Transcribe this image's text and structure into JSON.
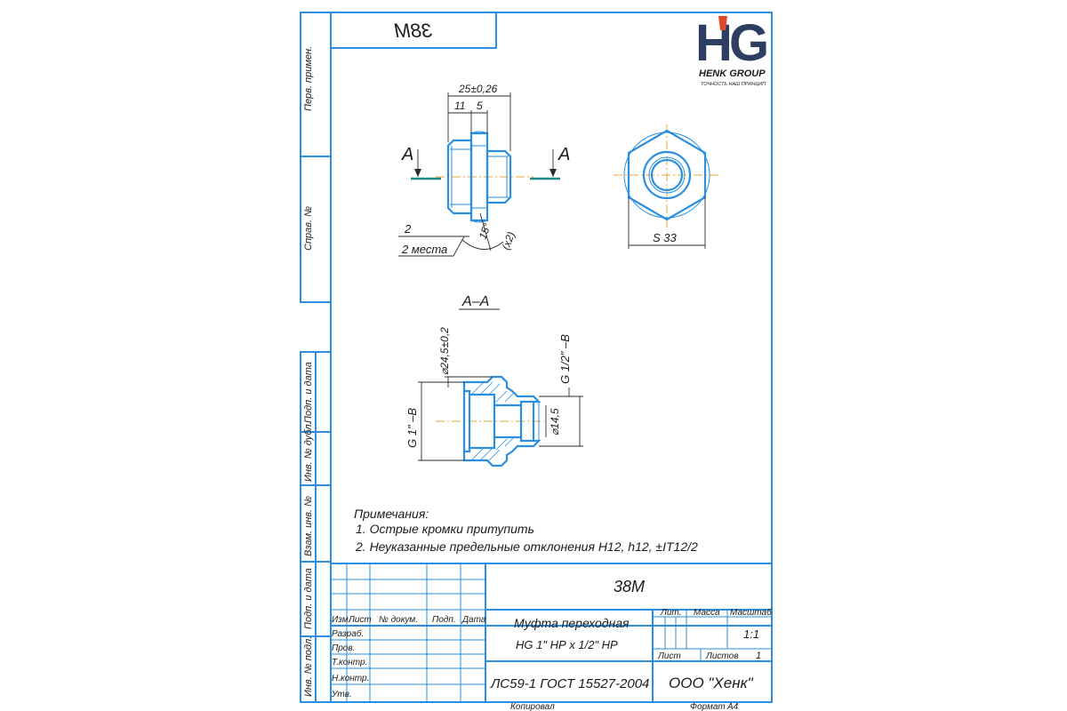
{
  "corner_code": "38M",
  "logo": {
    "h": "H",
    "g": "G",
    "company": "HENK GROUP",
    "slogan": "ТОЧНОСТЬ НАШ ПРИНЦИП",
    "accent": "#e0482a",
    "brand": "#2e3e63"
  },
  "side_labels": {
    "perv": "Перв. примен.",
    "sprav": "Справ. №",
    "podp_data_1": "Подп. и дата",
    "inv_dubl": "Инв. № дубл.",
    "vzam_inv": "Взам. инв. №",
    "podp_data_2": "Подп. и дата",
    "inv_podl": "Инв. № подл."
  },
  "top_view": {
    "dim_total": "25±0,26",
    "dim_a": "11",
    "dim_b": "5",
    "section_mark": "A",
    "chamfer": "2",
    "chamfer_count": "2 места",
    "angle": "15°",
    "angle_count": "(x2)"
  },
  "end_view": {
    "wrench": "S 33"
  },
  "section": {
    "title": "А–А",
    "dia_outer": "⌀24,5±0,2",
    "thread_small": "G 1/2\" –B",
    "thread_large": "G 1\" –B",
    "dia_inner": "⌀14,5"
  },
  "notes": {
    "heading": "Примечания:",
    "line1": "1. Острые кромки притупить",
    "line2": "2. Неуказанные предельные отклонения H12, h12, ±IT12/2"
  },
  "title_block": {
    "code": "38M",
    "name_line1": "Муфта переходная",
    "name_line2": "HG 1\" НР х 1/2\" НР",
    "material": "ЛС59-1 ГОСТ 15527-2004",
    "company": "ООО \"Хенк\"",
    "col_izm": "Изм.",
    "col_list": "Лист",
    "col_dokum": "№ докум.",
    "col_podp": "Подп.",
    "col_data": "Дата",
    "row_razrab": "Разраб.",
    "row_prov": "Пров.",
    "row_tkontr": "Т.контр.",
    "row_nkontr": "Н.контр.",
    "row_utv": "Утв.",
    "lit": "Лит.",
    "massa": "Масса",
    "masshtab": "Масштаб",
    "scale_value": "1:1",
    "sheet": "Лист",
    "sheets": "Листов",
    "sheets_value": "1",
    "kopiroval": "Копировал",
    "format": "Формат",
    "format_value": "А4"
  }
}
